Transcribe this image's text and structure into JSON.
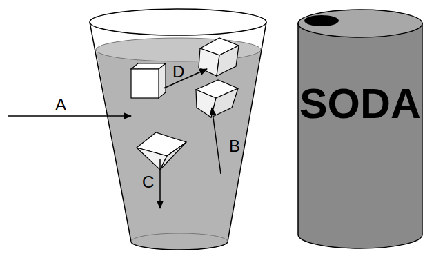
{
  "diagram": {
    "nodes": [
      {
        "text": [
          "SODA"
        ]
      }
    ],
    "labels": [
      "A",
      "B",
      "C",
      "D"
    ]
  }
}
